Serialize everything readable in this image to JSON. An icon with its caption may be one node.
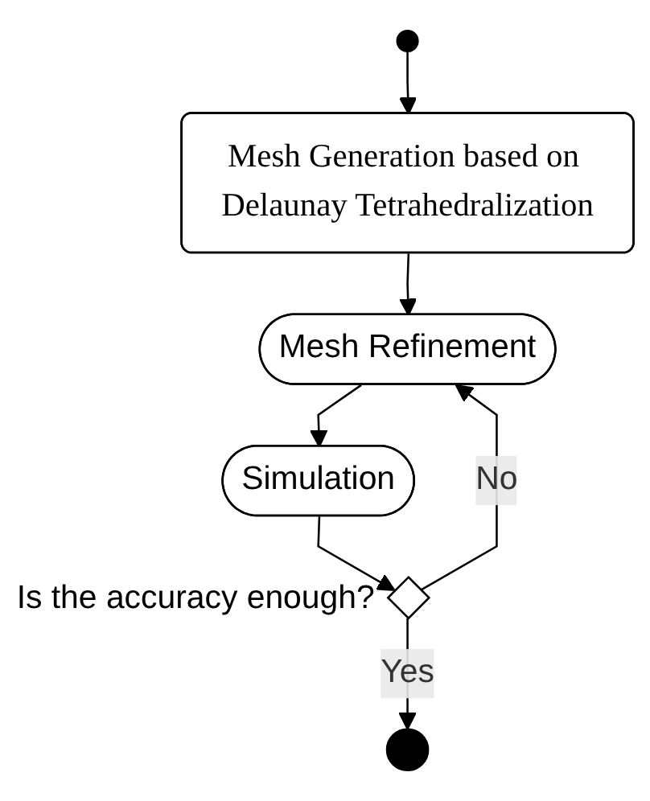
{
  "diagram": {
    "nodes": [
      {
        "text": [],
        "shape": "circle"
      },
      {
        "text": [
          "Mesh Generation based on Delaunay Tetrahedralization"
        ]
      },
      {
        "text": [
          "Mesh Refinement"
        ]
      },
      {
        "text": [
          "Simulation"
        ]
      },
      {
        "text": [],
        "shape": "diamond",
        "beside": [
          "Is the accuracy enough?"
        ]
      },
      {
        "text": [],
        "shape": "circle"
      }
    ],
    "edges": [
      {
        "from": 0,
        "to": 1,
        "arrow": "to"
      },
      {
        "from": 1,
        "to": 2,
        "arrow": "to"
      },
      {
        "from": 2,
        "to": 3,
        "arrow": "to"
      },
      {
        "from": 3,
        "to": 4,
        "arrow": "to"
      },
      {
        "from": 4,
        "to": 2,
        "arrow": "to",
        "label": "No"
      },
      {
        "from": 4,
        "to": 5,
        "arrow": "to",
        "label": "Yes"
      }
    ]
  }
}
